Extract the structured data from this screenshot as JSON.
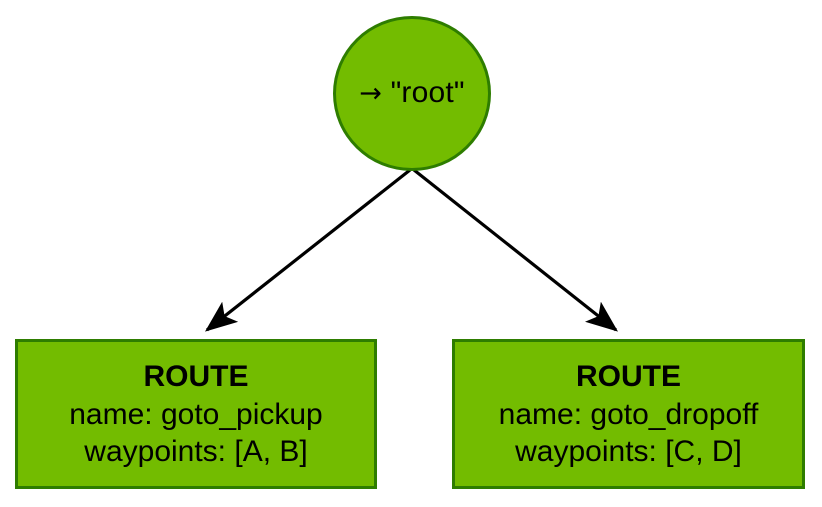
{
  "diagram": {
    "type": "behavior-tree",
    "background_color": "#ffffff",
    "node_fill_color": "#73bc00",
    "node_border_color": "#2e7d00",
    "edge_color": "#000000",
    "nodes": [
      {
        "id": "root",
        "shape": "circle",
        "arrow_glyph": "→",
        "label": "\"root\""
      },
      {
        "id": "route_left",
        "shape": "rectangle",
        "title": "ROUTE",
        "fields": [
          "name: goto_pickup",
          "waypoints: [A, B]"
        ]
      },
      {
        "id": "route_right",
        "shape": "rectangle",
        "title": "ROUTE",
        "fields": [
          "name: goto_dropoff",
          "waypoints: [C, D]"
        ]
      }
    ],
    "edges": [
      {
        "from": "root",
        "to": "route_left",
        "arrowhead": "filled-triangle"
      },
      {
        "from": "root",
        "to": "route_right",
        "arrowhead": "filled-triangle"
      }
    ]
  }
}
